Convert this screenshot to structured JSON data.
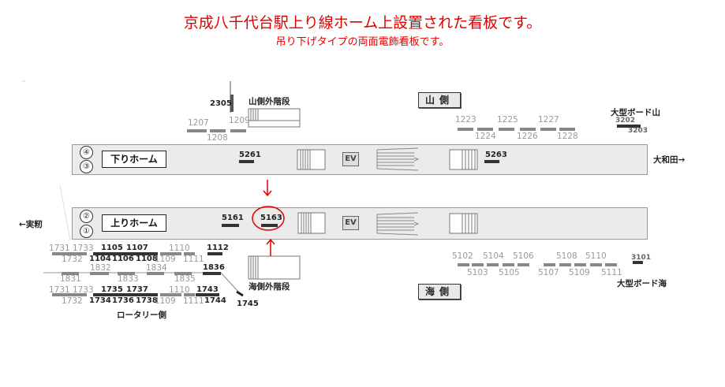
{
  "header": {
    "title": "京成八千代台駅上り線ホーム上設置された看板です。",
    "subtitle": "吊り下げタイプの両面電飾看板です。"
  },
  "platforms": {
    "down": {
      "label": "下りホーム",
      "tracks": [
        "④",
        "③"
      ]
    },
    "up": {
      "label": "上りホーム",
      "tracks": [
        "②",
        "①"
      ]
    },
    "ev_label": "EV"
  },
  "areas": {
    "yama_side": "山側",
    "umi_side": "海側",
    "yama_stairs": "山側外階段",
    "umi_stairs": "海側外階段",
    "rotary_side": "ロータリー側",
    "board_yama": "大型ボード山",
    "board_umi": "大型ボード海",
    "to_owada": "大和田→",
    "to_mimomi": "←実籾"
  },
  "highlighted_sign": "5163",
  "accent_color": "#e00000",
  "sign_numbers": [
    "1207",
    "1208",
    "1209",
    "2305",
    "1223",
    "1224",
    "1225",
    "1226",
    "1227",
    "1228",
    "3202",
    "3203",
    "5261",
    "5263",
    "5161",
    "5163",
    "1731",
    "1733",
    "1105",
    "1107",
    "1110",
    "1112",
    "1732",
    "1104",
    "1106",
    "1108",
    "1109",
    "1111",
    "1832",
    "1834",
    "1836",
    "1831",
    "1833",
    "1835",
    "1731",
    "1733",
    "1735",
    "1737",
    "1110",
    "1743",
    "1732",
    "1734",
    "1736",
    "1738",
    "1109",
    "1111",
    "1744",
    "1745",
    "5102",
    "5104",
    "5106",
    "5108",
    "5110",
    "5103",
    "5105",
    "5107",
    "5109",
    "5111",
    "3101"
  ]
}
